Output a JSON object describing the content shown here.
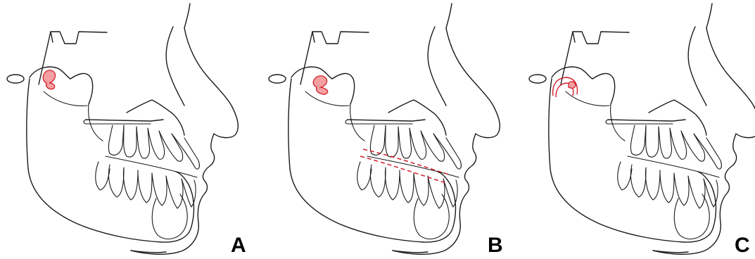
{
  "panels": [
    {
      "label": "A",
      "highlight": "condyle"
    },
    {
      "label": "B",
      "highlight": "occlusal-plane"
    },
    {
      "label": "C",
      "highlight": "condyle-remodeling"
    }
  ],
  "colors": {
    "ink": "#1a1a1a",
    "accent": "#d0202a",
    "accent_fill": "#f4a0a0"
  }
}
